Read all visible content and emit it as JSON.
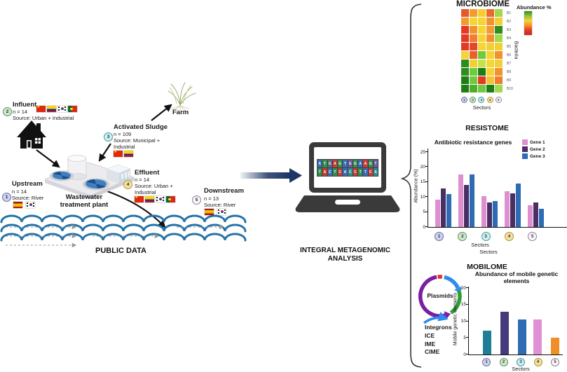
{
  "figure": {
    "public_data_label": "PUBLIC DATA",
    "analysis_label_line1": "INTEGRAL METAGENOMIC",
    "analysis_label_line2": "ANALYSIS",
    "plant_label_line1": "Wastewater",
    "plant_label_line2": "treatment plant",
    "farm_label": "Farm"
  },
  "sites": [
    {
      "id": "1",
      "name": "Upstream",
      "n": "n = 14",
      "source": "Source: River",
      "flags": [
        "Spain",
        "South Korea"
      ]
    },
    {
      "id": "2",
      "name": "Influent",
      "n": "n = 14",
      "source": "Source: Urban + Industrial",
      "flags": [
        "China",
        "Colombia",
        "South Korea",
        "Portugal"
      ]
    },
    {
      "id": "3",
      "name": "Activated Sludge",
      "n": "n = 109",
      "source_line1": "Source: Municipal +",
      "source_line2": "Industrial",
      "flags": [
        "China",
        "Colombia"
      ]
    },
    {
      "id": "4",
      "name": "Effluent",
      "n": "n = 14",
      "source_line1": "Source: Urban +",
      "source_line2": "Industrial",
      "flags": [
        "China",
        "Colombia",
        "South Korea",
        "Portugal"
      ]
    },
    {
      "id": "5",
      "name": "Downstream",
      "n": "n = 13",
      "source": "Source: River",
      "flags": [
        "Spain",
        "South Korea"
      ]
    }
  ],
  "sectors": [
    {
      "n": "1",
      "fill": "#cdd3ee",
      "border": "#6a6fa8"
    },
    {
      "n": "2",
      "fill": "#cfe7cf",
      "border": "#5c925c"
    },
    {
      "n": "3",
      "fill": "#cdeef0",
      "border": "#3f9aa0"
    },
    {
      "n": "4",
      "fill": "#f3e0a4",
      "border": "#b5942c"
    },
    {
      "n": "5",
      "fill": "#fbf6fb",
      "border": "#8f8098"
    }
  ],
  "microbiome": {
    "title": "MICROBIOME",
    "xlabel": "Sectors"
  },
  "resistome": {
    "title": "RESISTOME",
    "xlabel": "Sectors",
    "xlabel_dup": "Sectors"
  },
  "mobilome": {
    "title": "MOBILOME",
    "chart_title_line1": "Abundance of mobile genetic",
    "chart_title_line2": "elements",
    "plasmid_label": "Plasmids",
    "elements": [
      "Integrons",
      "ICE",
      "IME",
      "CIME"
    ],
    "xlabel": "Sectors"
  },
  "dna": {
    "top": [
      {
        "b": "A",
        "c": "#3a6cb4"
      },
      {
        "b": "T",
        "c": "#2f8f4e"
      },
      {
        "b": "G",
        "c": "#5a6a7a"
      },
      {
        "b": "A",
        "c": "#c43c35"
      },
      {
        "b": "G",
        "c": "#2f8f4e"
      },
      {
        "b": "T",
        "c": "#3a6cb4"
      },
      {
        "b": "G",
        "c": "#6a5aa0"
      },
      {
        "b": "G",
        "c": "#2f8f4e"
      },
      {
        "b": "A",
        "c": "#3a6cb4"
      },
      {
        "b": "A",
        "c": "#c43c35"
      },
      {
        "b": "G",
        "c": "#2f8f4e"
      },
      {
        "b": "T",
        "c": "#6a5aa0"
      }
    ],
    "bottom": [
      {
        "b": "T",
        "c": "#2f8f4e"
      },
      {
        "b": "A",
        "c": "#c43c35"
      },
      {
        "b": "C",
        "c": "#3a6cb4"
      },
      {
        "b": "T",
        "c": "#2f8f4e"
      },
      {
        "b": "C",
        "c": "#c43c35"
      },
      {
        "b": "A",
        "c": "#3a6cb4"
      },
      {
        "b": "C",
        "c": "#2e8f8f"
      },
      {
        "b": "C",
        "c": "#c43c35"
      },
      {
        "b": "T",
        "c": "#2f8f4e"
      },
      {
        "b": "T",
        "c": "#3a6cb4"
      },
      {
        "b": "C",
        "c": "#c43c35"
      },
      {
        "b": "A",
        "c": "#2e8f8f"
      }
    ]
  },
  "chart_data": [
    {
      "type": "heatmap",
      "title": "MICROBIOME",
      "legend_label": "Abundance %",
      "legend_gradient": [
        "#2f8c1f",
        "#f5d434",
        "#c62b1a"
      ],
      "ylabel": "Bacteria",
      "xlabel": "Sectors",
      "columns": [
        "1",
        "2",
        "3",
        "4",
        "5"
      ],
      "rows": [
        "B1",
        "B2",
        "B3",
        "B4",
        "B5",
        "B6",
        "B7",
        "B8",
        "B9",
        "B10"
      ],
      "cell_colors": [
        [
          "#e8562b",
          "#f29b31",
          "#f5ce33",
          "#ea6a2b",
          "#a2d84e"
        ],
        [
          "#f29b31",
          "#f5d434",
          "#f5d434",
          "#f0922f",
          "#f2cf33"
        ],
        [
          "#e23a25",
          "#f0922f",
          "#f5d434",
          "#f09a31",
          "#2f8c1f"
        ],
        [
          "#e23a25",
          "#ee7e2d",
          "#f5d434",
          "#f0922f",
          "#a2d84e"
        ],
        [
          "#e23a25",
          "#e64629",
          "#f5d434",
          "#f2cf33",
          "#f2cf33"
        ],
        [
          "#f5d434",
          "#e8602b",
          "#6fca3f",
          "#f5d434",
          "#f0922f"
        ],
        [
          "#2f8c1f",
          "#f2cf33",
          "#c8e04a",
          "#f5d434",
          "#f2cf33"
        ],
        [
          "#2f8c1f",
          "#70c93f",
          "#1f7d15",
          "#f5d434",
          "#f0922f"
        ],
        [
          "#1f7d15",
          "#70c93f",
          "#e23a25",
          "#f2c332",
          "#ee7e2d"
        ],
        [
          "#1f7d15",
          "#4fae2c",
          "#6fca3f",
          "#1f7d15",
          "#a2d84e"
        ]
      ]
    },
    {
      "type": "bar",
      "title": "Antibiotic resistance genes",
      "categories": [
        "1",
        "2",
        "3",
        "4",
        "5"
      ],
      "series": [
        {
          "name": "Gene 1",
          "color": "#dd8fd0",
          "values": [
            9.2,
            17.5,
            10.2,
            12,
            7.2
          ]
        },
        {
          "name": "Gene 2",
          "color": "#4b2e63",
          "values": [
            12.8,
            14,
            8.1,
            11.2,
            8.1
          ]
        },
        {
          "name": "Gene 3",
          "color": "#2d6cb5",
          "values": [
            11,
            17.5,
            8.6,
            14.4,
            6
          ]
        }
      ],
      "ylabel": "Abundance (%)",
      "xlabel": "Sectors",
      "ylim": [
        0,
        25
      ],
      "yticks": [
        0,
        5,
        10,
        15,
        20,
        25
      ],
      "legend_position": "top-right",
      "grid": false
    },
    {
      "type": "bar",
      "title": "Abundance of mobile genetic elements",
      "categories": [
        "1",
        "2",
        "3",
        "4",
        "5"
      ],
      "values": [
        7.2,
        12.8,
        10.6,
        10.6,
        5.1
      ],
      "colors": [
        "#1f7f96",
        "#463a7d",
        "#2f6cb3",
        "#e090d5",
        "#ee8f28"
      ],
      "ylabel": "Mobile genetic elements",
      "xlabel": "Sectors",
      "ylim": [
        0,
        20
      ],
      "yticks": [
        0,
        5,
        10,
        15,
        20
      ],
      "grid": false
    }
  ]
}
